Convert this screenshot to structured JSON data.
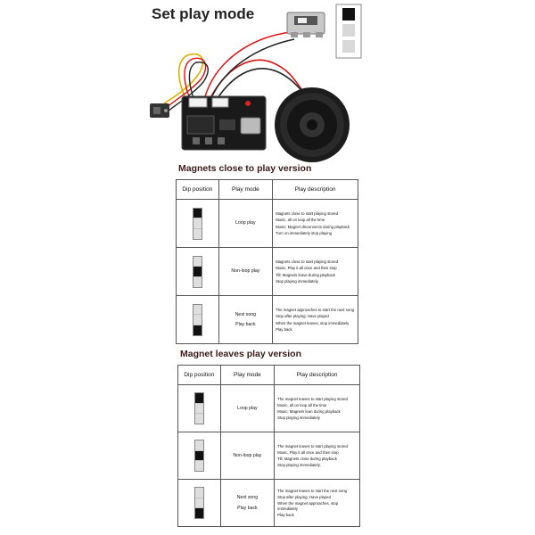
{
  "main_title": "Set play mode",
  "sections": [
    {
      "title": "Magnets close to play version",
      "headers": {
        "dip": "Dip position",
        "mode": "Play mode",
        "desc": "Play description"
      },
      "rows": [
        {
          "switch_on": 0,
          "mode_lines": [
            "Loop play"
          ],
          "desc_lines": [
            "Magnets close to start playing stored",
            "Music, all on loop all the time",
            "Music; Magnet disconnects during playback",
            "Turn on immediately stop playing"
          ]
        },
        {
          "switch_on": 1,
          "mode_lines": [
            "Non-loop play"
          ],
          "desc_lines": [
            "Magnets close to start playing stored",
            "Music, Play it all once and then stop",
            "Till; Magnets leave during playback",
            "Stop playing immediately."
          ]
        },
        {
          "switch_on": 2,
          "mode_lines": [
            "Next song",
            "Play back"
          ],
          "desc_lines": [
            "The magnet approaches to start the next song",
            "Stop after playing; Have played",
            "When the magnet leaves, stop immediately",
            "Play back"
          ]
        }
      ]
    },
    {
      "title": "Magnet leaves play version",
      "headers": {
        "dip": "Dip position",
        "mode": "Play mode",
        "desc": "Play description"
      },
      "rows": [
        {
          "switch_on": 0,
          "mode_lines": [
            "Loop play"
          ],
          "desc_lines": [
            "The magnet leaves to start playing stored",
            "Music, all on loop all the time",
            "Music; Magnets lean during playback",
            "Stop playing immediately"
          ]
        },
        {
          "switch_on": 1,
          "mode_lines": [
            "Non-loop play"
          ],
          "desc_lines": [
            "The magnet leaves to start playing stored",
            "Music, Play it all once and then stop",
            "Till; Magnets close during playback",
            "Stop playing immediately."
          ]
        },
        {
          "switch_on": 2,
          "mode_lines": [
            "Next song",
            "Play back"
          ],
          "desc_lines": [
            "The magnet leaves to start the next song",
            "Stop after playing; Have played",
            "When the magnet approaches, stop immediately",
            "Play back"
          ]
        }
      ]
    }
  ]
}
